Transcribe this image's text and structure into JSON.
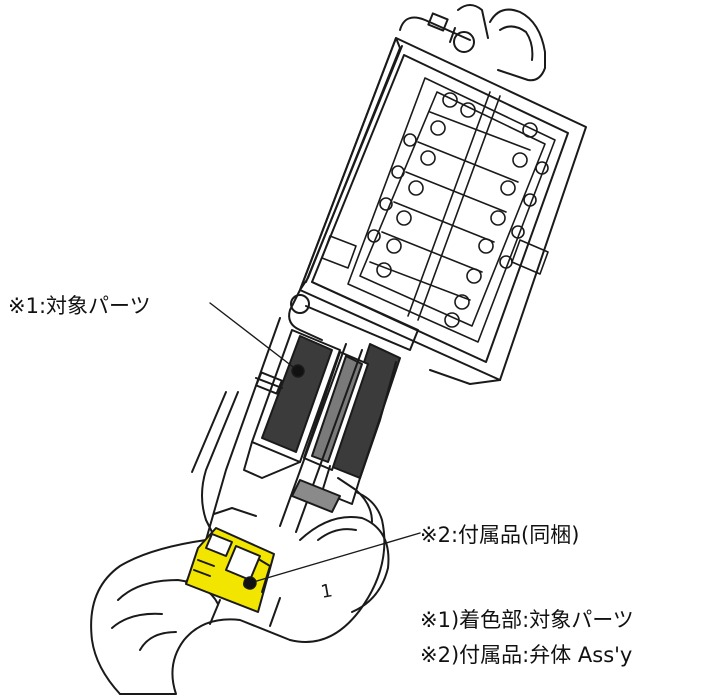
{
  "labels": {
    "part1": "※1:対象パーツ",
    "part2": "※2:付属品(同梱)"
  },
  "notes": {
    "note1": "※1)着色部:対象パーツ",
    "note2": "※2)付属品:弁体 Ass'y"
  },
  "body_mark": "1",
  "colors": {
    "target_part": "#3b3b3b",
    "accessory": "#f2e500",
    "outline": "#1a1a1a",
    "background": "#ffffff"
  }
}
